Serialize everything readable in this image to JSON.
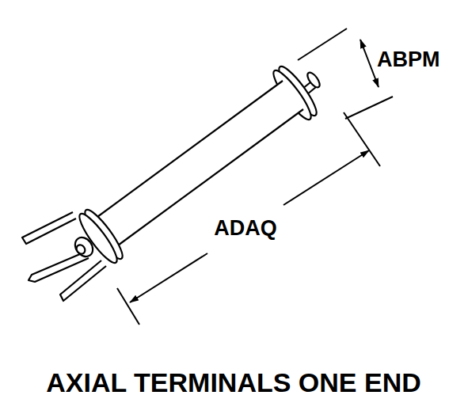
{
  "diagram": {
    "caption": "AXIAL TERMINALS ONE END",
    "labels": [
      "ABPM",
      "ADAQ"
    ]
  }
}
